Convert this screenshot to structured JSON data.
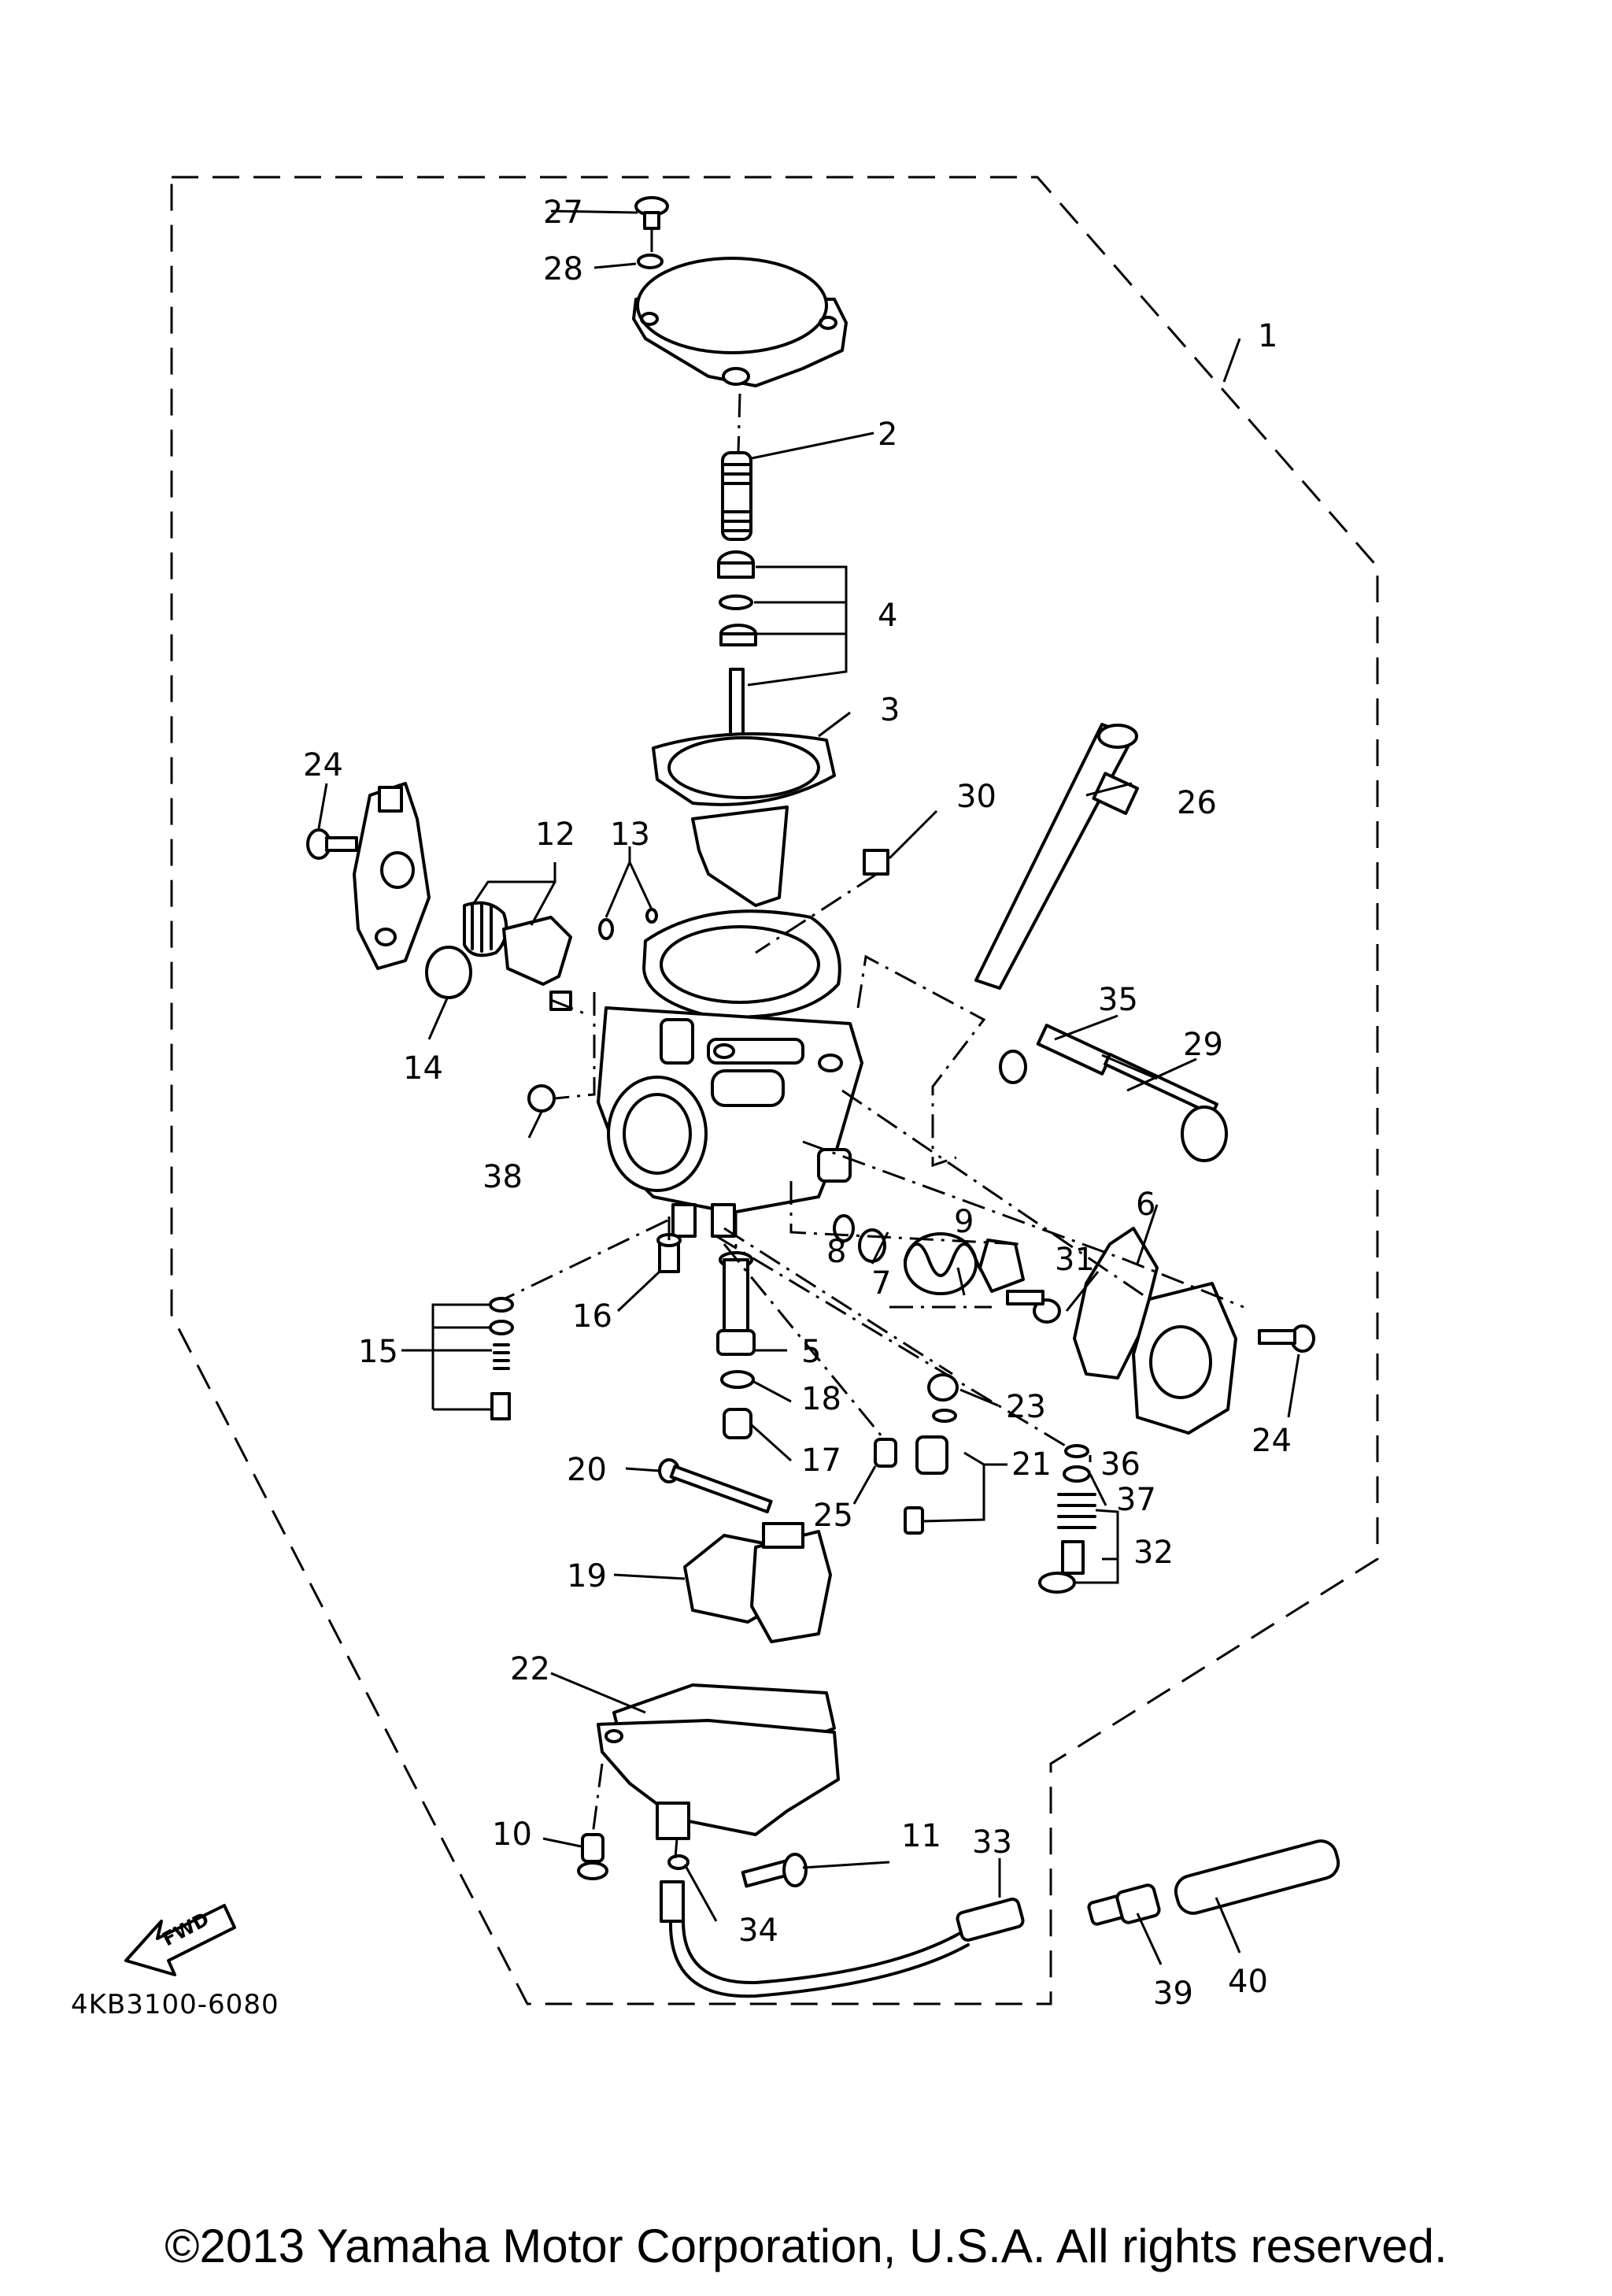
{
  "diagram_code": "4KB3100-6080",
  "fwd_label": "FWD",
  "copyright": "©2013 Yamaha Motor Corporation, U.S.A. All rights reserved.",
  "callouts": [
    {
      "id": "c1",
      "label": "1"
    },
    {
      "id": "c2",
      "label": "2"
    },
    {
      "id": "c3",
      "label": "3"
    },
    {
      "id": "c4",
      "label": "4"
    },
    {
      "id": "c5",
      "label": "5"
    },
    {
      "id": "c6",
      "label": "6"
    },
    {
      "id": "c7",
      "label": "7"
    },
    {
      "id": "c8",
      "label": "8"
    },
    {
      "id": "c9",
      "label": "9"
    },
    {
      "id": "c10",
      "label": "10"
    },
    {
      "id": "c11",
      "label": "11"
    },
    {
      "id": "c12",
      "label": "12"
    },
    {
      "id": "c13",
      "label": "13"
    },
    {
      "id": "c14",
      "label": "14"
    },
    {
      "id": "c15",
      "label": "15"
    },
    {
      "id": "c16",
      "label": "16"
    },
    {
      "id": "c17",
      "label": "17"
    },
    {
      "id": "c18",
      "label": "18"
    },
    {
      "id": "c19",
      "label": "19"
    },
    {
      "id": "c20",
      "label": "20"
    },
    {
      "id": "c21",
      "label": "21"
    },
    {
      "id": "c22",
      "label": "22"
    },
    {
      "id": "c23",
      "label": "23"
    },
    {
      "id": "c24a",
      "label": "24"
    },
    {
      "id": "c24b",
      "label": "24"
    },
    {
      "id": "c25",
      "label": "25"
    },
    {
      "id": "c26",
      "label": "26"
    },
    {
      "id": "c27",
      "label": "27"
    },
    {
      "id": "c28",
      "label": "28"
    },
    {
      "id": "c29",
      "label": "29"
    },
    {
      "id": "c30",
      "label": "30"
    },
    {
      "id": "c31",
      "label": "31"
    },
    {
      "id": "c32",
      "label": "32"
    },
    {
      "id": "c33",
      "label": "33"
    },
    {
      "id": "c34",
      "label": "34"
    },
    {
      "id": "c35",
      "label": "35"
    },
    {
      "id": "c36",
      "label": "36"
    },
    {
      "id": "c37",
      "label": "37"
    },
    {
      "id": "c38",
      "label": "38"
    },
    {
      "id": "c39",
      "label": "39"
    },
    {
      "id": "c40",
      "label": "40"
    }
  ]
}
